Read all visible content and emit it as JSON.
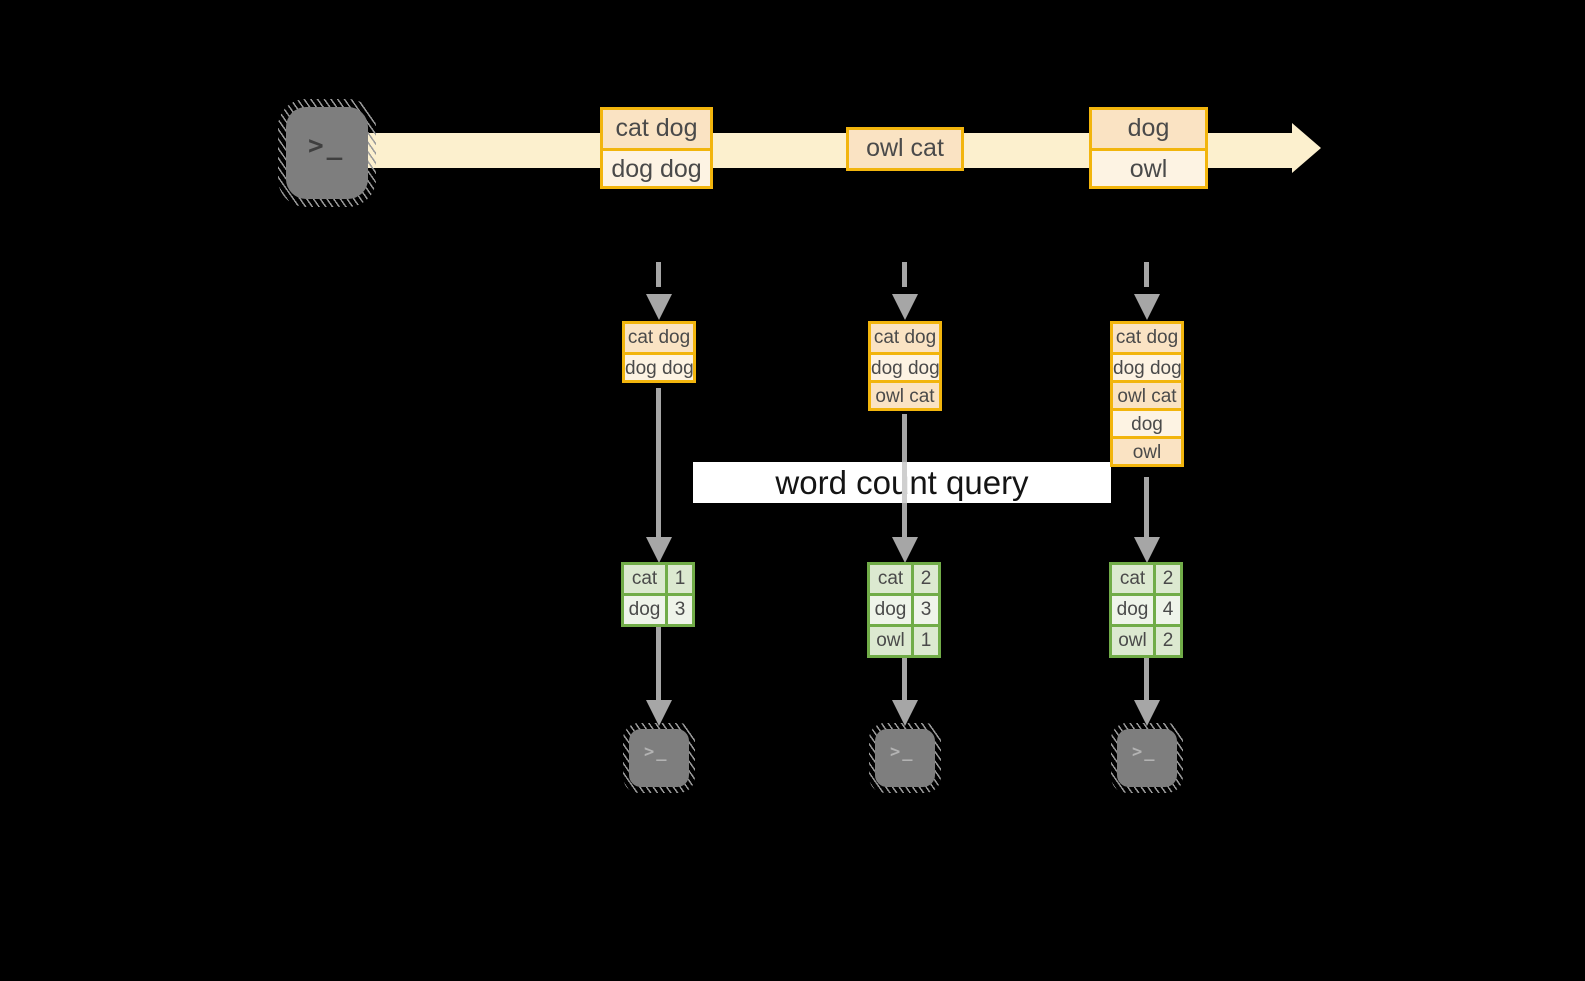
{
  "colors": {
    "background": "#000000",
    "stream_band": "#FCF0CE",
    "record_border": "#F2B50D",
    "record_fill_dark": "#FAE3C3",
    "record_fill_light": "#FDF3E3",
    "table_border": "#71AC48",
    "table_fill_dark": "#DCE9D0",
    "table_fill_light": "#EFF4EA",
    "arrow_gray": "#A6A6A6",
    "terminal_gray": "#7E7E7E",
    "query_band": "#FFFFFF"
  },
  "icons": {
    "source": "terminal-icon",
    "sink": "terminal-icon",
    "glyph": ">_"
  },
  "stream": {
    "batches": [
      {
        "records": [
          "cat dog",
          "dog dog"
        ]
      },
      {
        "records": [
          "owl cat"
        ]
      },
      {
        "records": [
          "dog",
          "owl"
        ]
      }
    ]
  },
  "query": {
    "label": "word count query"
  },
  "columns": [
    {
      "input_state": [
        "cat dog",
        "dog dog"
      ],
      "counts": [
        {
          "word": "cat",
          "count": "1"
        },
        {
          "word": "dog",
          "count": "3"
        }
      ]
    },
    {
      "input_state": [
        "cat dog",
        "dog dog",
        "owl cat"
      ],
      "counts": [
        {
          "word": "cat",
          "count": "2"
        },
        {
          "word": "dog",
          "count": "3"
        },
        {
          "word": "owl",
          "count": "1"
        }
      ]
    },
    {
      "input_state": [
        "cat dog",
        "dog dog",
        "owl cat",
        "dog",
        "owl"
      ],
      "counts": [
        {
          "word": "cat",
          "count": "2"
        },
        {
          "word": "dog",
          "count": "4"
        },
        {
          "word": "owl",
          "count": "2"
        }
      ]
    }
  ]
}
